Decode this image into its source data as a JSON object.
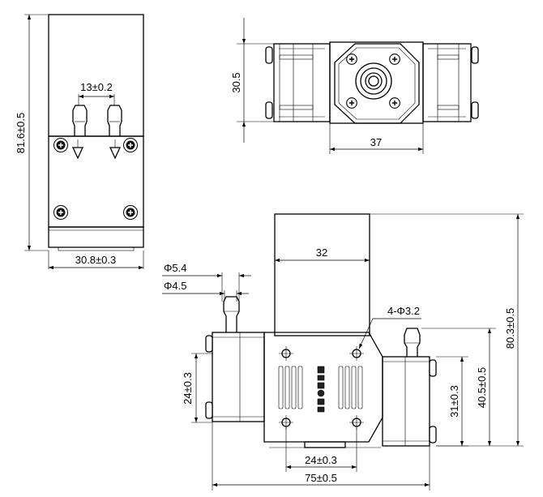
{
  "dimensions": {
    "front_height": "81.6±0.5",
    "front_width": "30.8±0.3",
    "port_spacing": "13±0.2",
    "top_width": "30.5",
    "top_length": "37",
    "motor_width": "32",
    "outer_diameter": "Φ5.4",
    "inner_diameter": "Φ4.5",
    "mount_holes": "4-Φ3.2",
    "left_hole_spacing": "24±0.3",
    "bottom_hole_spacing": "24±0.3",
    "right_height_inner": "31±0.3",
    "right_height_outer": "40.5±0.5",
    "total_height": "80.3±0.5",
    "total_length": "75±0.5"
  },
  "colors": {
    "line": "#000000",
    "background": "#ffffff"
  },
  "icons": [
    "screw-icon",
    "flow-arrow-icon",
    "arrowhead-icon"
  ]
}
